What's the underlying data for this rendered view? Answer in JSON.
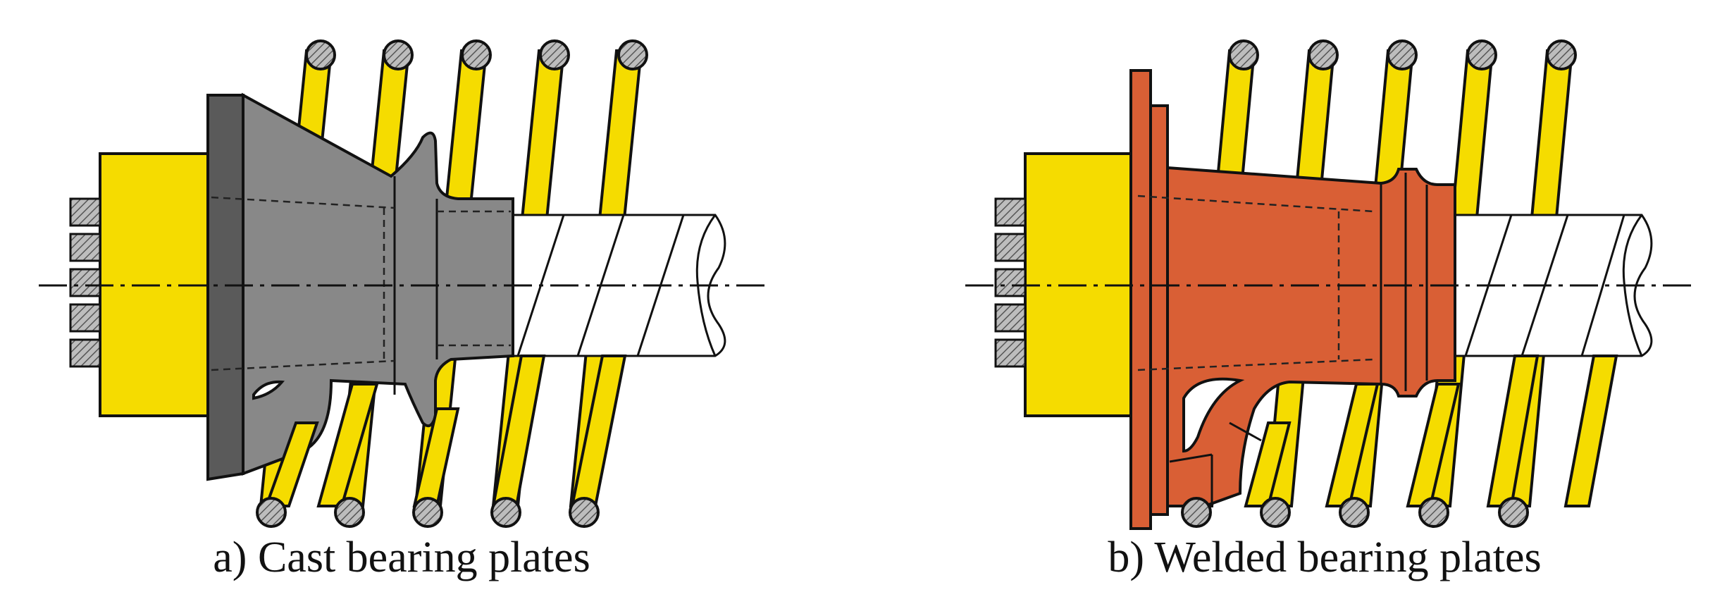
{
  "panels": [
    {
      "id": "a",
      "caption": "a) Cast bearing plates"
    },
    {
      "id": "b",
      "caption": "b) Welded bearing plates"
    }
  ],
  "colors": {
    "strand_yellow": "#f5dc00",
    "cast_plate_gray": "#888888",
    "cast_plate_dark": "#5a5a5a",
    "welded_plate_orange": "#d95f35",
    "outline": "#111111",
    "duct": "#ffffff"
  }
}
